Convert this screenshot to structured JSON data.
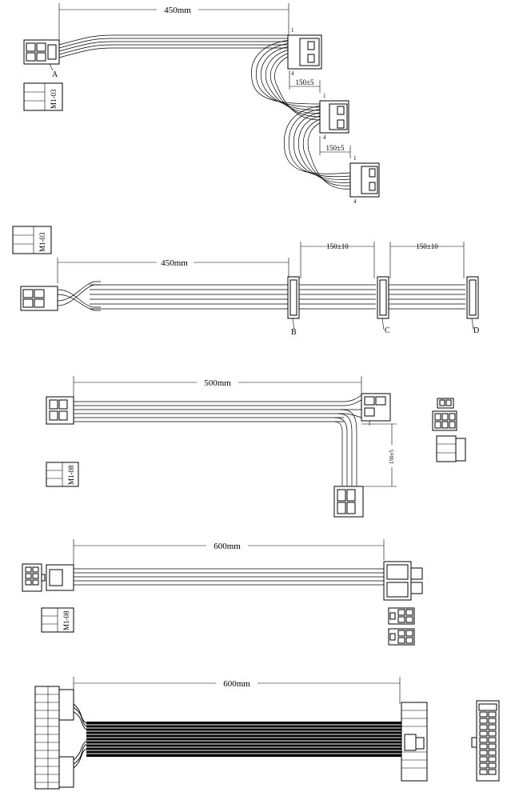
{
  "cables": [
    {
      "length_label": "450mm",
      "spacings": [
        "150±5",
        "150±5"
      ],
      "connector_tag": "A",
      "part_no": "M1-03",
      "pin_labels": [
        "1",
        "4",
        "1",
        "4",
        "1",
        "4"
      ]
    },
    {
      "length_label": "450mm",
      "spacings": [
        "150±10",
        "150±10"
      ],
      "part_no": "M1-03",
      "connector_tags": [
        "B",
        "C",
        "D"
      ]
    },
    {
      "length_label": "500mm",
      "branch_length": "150±5",
      "part_no": "M1-08"
    },
    {
      "length_label": "600mm",
      "part_no": "M1-08"
    },
    {
      "length_label": "600mm"
    }
  ]
}
